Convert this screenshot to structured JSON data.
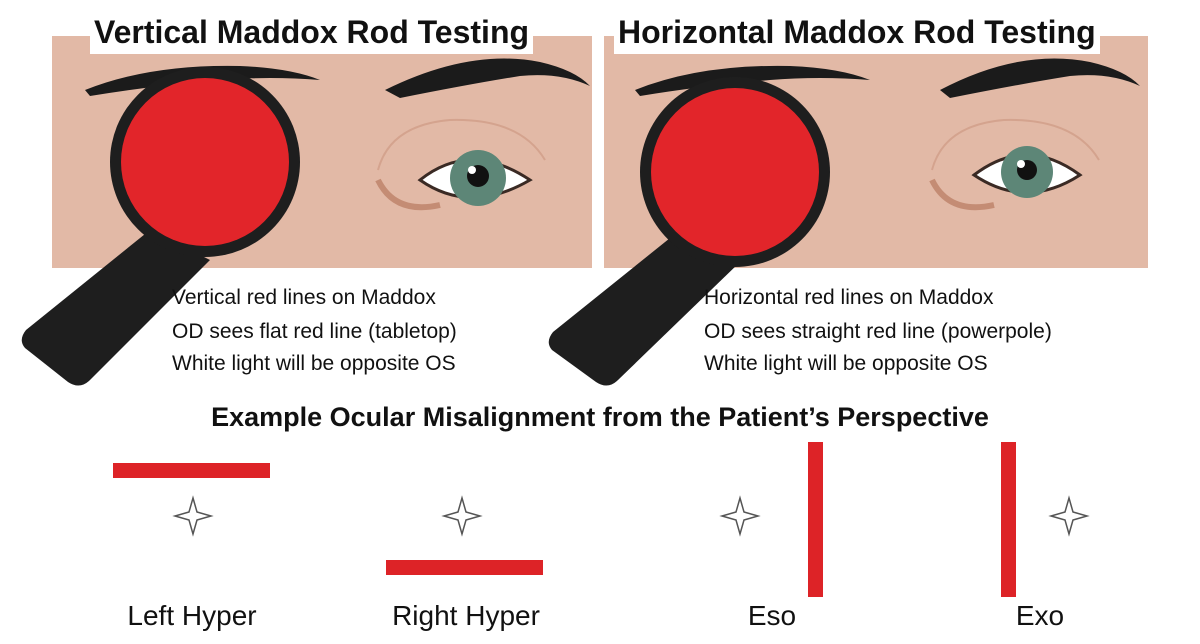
{
  "panels": {
    "vertical": {
      "title": "Vertical Maddox Rod Testing",
      "lines": [
        "Vertical red lines on Maddox",
        "OD sees flat red line (tabletop)",
        "White light will be opposite OS"
      ]
    },
    "horizontal": {
      "title": "Horizontal Maddox Rod Testing",
      "lines": [
        "Horizontal red lines on Maddox",
        "OD sees straight red line (powerpole)",
        "White light will be opposite OS"
      ]
    }
  },
  "examples": {
    "heading": "Example Ocular Misalignment from the Patient’s Perspective",
    "items": [
      {
        "label": "Left Hyper",
        "line": "horizontal",
        "line_position": "above"
      },
      {
        "label": "Right Hyper",
        "line": "horizontal",
        "line_position": "below"
      },
      {
        "label": "Eso",
        "line": "vertical",
        "line_position": "right"
      },
      {
        "label": "Exo",
        "line": "vertical",
        "line_position": "left"
      }
    ]
  },
  "colors": {
    "skin": "#e2b9a6",
    "maddox_red": "#dd2327",
    "handle": "#1e1e1e",
    "iris": "#5d8677"
  }
}
